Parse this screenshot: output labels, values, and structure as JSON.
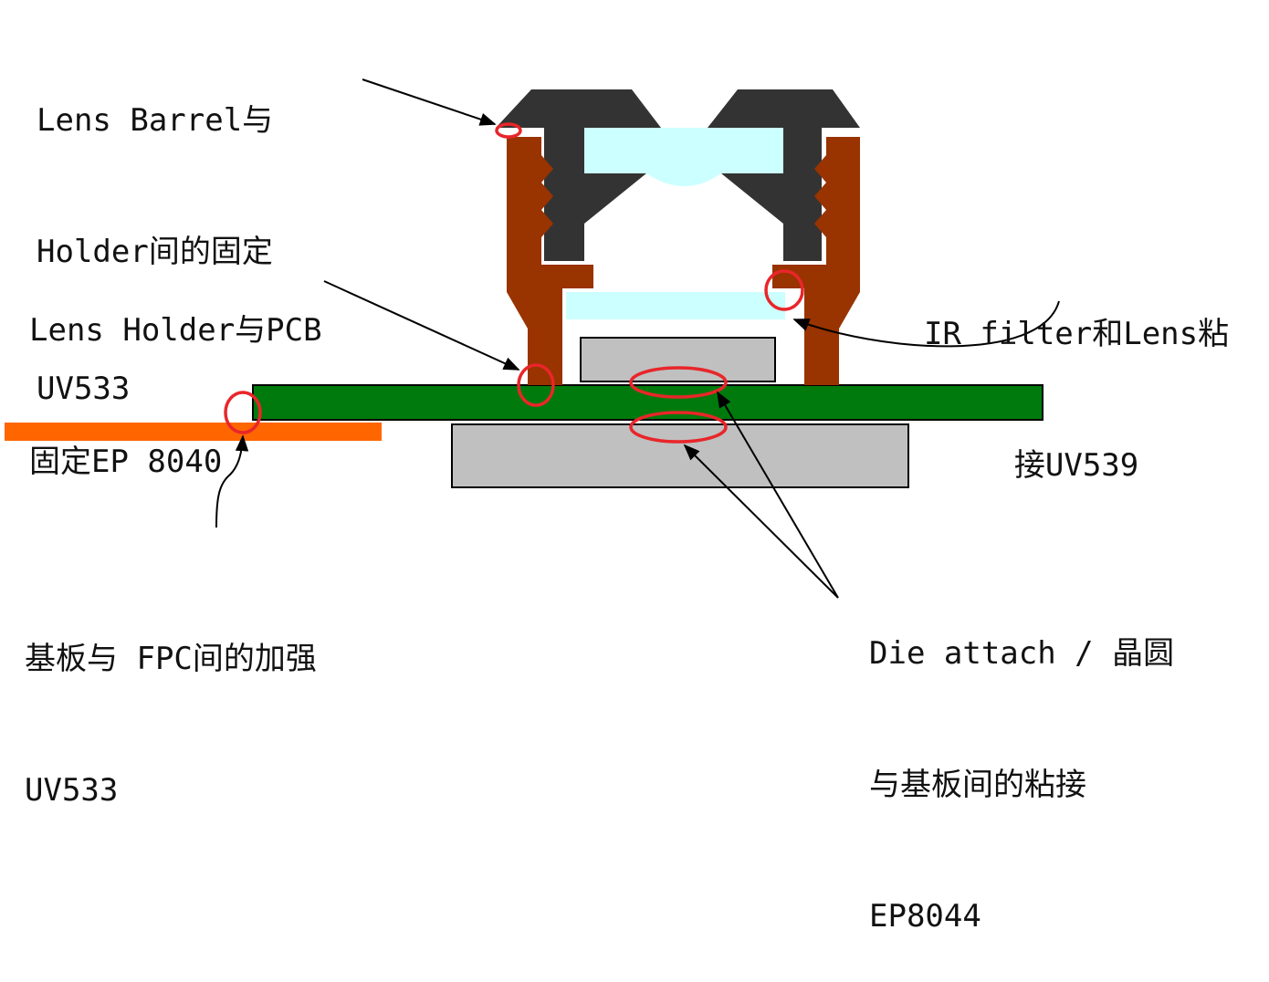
{
  "colors": {
    "barrel": "#333333",
    "holder": "#993300",
    "lens_glass": "#ccffff",
    "pcb": "#007a0c",
    "fpc": "#ff6600",
    "die": "#c0c0c0",
    "highlight_circle": "#e8262a",
    "arrow": "#000000"
  },
  "labels": {
    "lens_barrel_holder": {
      "line1": "Lens Barrel与",
      "line2": "Holder间的固定",
      "line3": "UV533"
    },
    "holder_pcb": {
      "line1": "Lens Holder与PCB",
      "line2": "固定EP 8040"
    },
    "ir_filter": {
      "line1": "IR filter和Lens粘",
      "line2": "接UV539"
    },
    "substrate_fpc": {
      "line1": "基板与 FPC间的加强",
      "line2": "UV533"
    },
    "die_attach": {
      "line1": "Die attach / 晶圆",
      "line2": "与基板间的粘接",
      "line3": "EP8044"
    }
  },
  "components": [
    {
      "name": "lens-barrel",
      "icon": "lens-barrel-shape"
    },
    {
      "name": "lens-holder",
      "icon": "lens-holder-shape"
    },
    {
      "name": "lens-element",
      "icon": "lens-glass-shape"
    },
    {
      "name": "ir-filter",
      "icon": "ir-filter-shape"
    },
    {
      "name": "image-sensor-die",
      "icon": "die-shape"
    },
    {
      "name": "pcb-substrate",
      "icon": "pcb-shape"
    },
    {
      "name": "fpc-cable",
      "icon": "fpc-shape"
    },
    {
      "name": "stiffener",
      "icon": "stiffener-shape"
    }
  ]
}
